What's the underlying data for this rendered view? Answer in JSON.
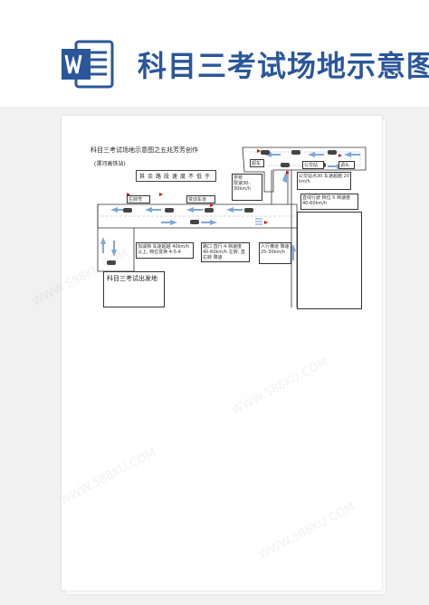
{
  "banner": {
    "title": "科目三考试场地示意图"
  },
  "doc": {
    "heading": "科目三考试场地示意图之五兆芳芳创作",
    "subheading": "(漯河高铁站)",
    "speed_note": "其余路段速度不低于",
    "start_label": "科目三考试出发地"
  },
  "labels": {
    "lane_left": "左转弯",
    "lane_change": "变动车道",
    "overtake": "超车",
    "bus_stop": "公交站",
    "uturn": "调头",
    "straight": "直线行驶",
    "school": "学校",
    "school_speed": "限速30-30km/h",
    "bus_speed": "公交站点30 车速超越 20 km/h",
    "accel": "加减档 车速超越 40km/h 以上, 档位变换 4-5-4",
    "intersection": "路口 直行 4 档速度 40-60km/h 左转, 直 右转 降速",
    "crosswalk": "人行横道 降速 25-30km/h",
    "straight_speed": "直线行驶 档位 5 档速度 40-60km/h"
  },
  "colors": {
    "road_border": "#333333",
    "lane_arrow": "#7fa8d8",
    "flag": "#d01010",
    "accent": "#2b579a"
  },
  "icons": {
    "logo": "word-logo-icon",
    "car": "car-icon",
    "flag": "flag-icon",
    "arrow": "lane-arrow-icon"
  }
}
